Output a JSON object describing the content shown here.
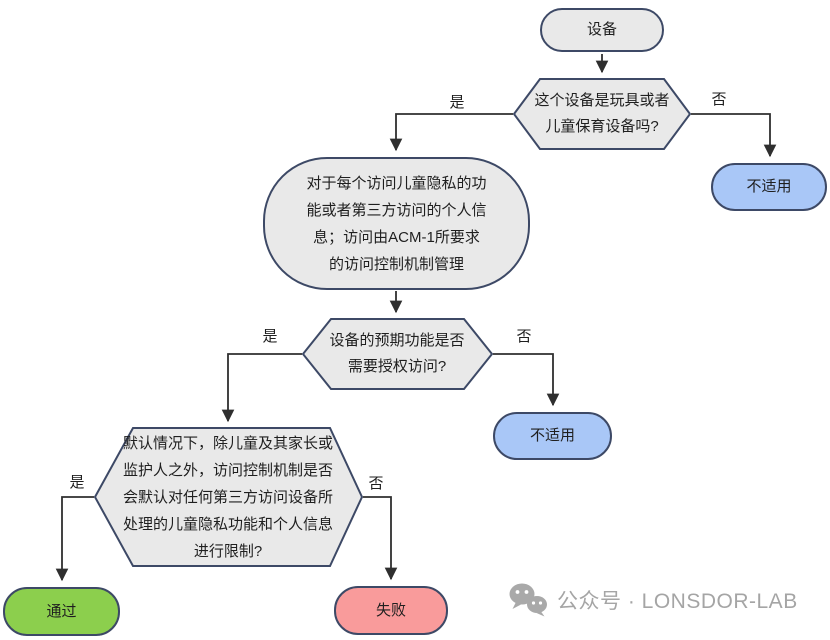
{
  "diagram": {
    "nodes": {
      "device": {
        "label": "设备"
      },
      "toy_question": {
        "label": "这个设备是玩具或者\n儿童保育设备吗?"
      },
      "acm_process": {
        "label": "对于每个访问儿童隐私的功\n能或者第三方访问的个人信\n息；访问由ACM-1所要求\n的访问控制机制管理"
      },
      "not_applicable_1": {
        "label": "不适用"
      },
      "auth_question": {
        "label": "设备的预期功能是否\n需要授权访问?"
      },
      "not_applicable_2": {
        "label": "不适用"
      },
      "restrict_question": {
        "label": "默认情况下，除儿童及其家长或\n监护人之外，访问控制机制是否\n会默认对任何第三方访问设备所\n处理的儿童隐私功能和个人信息\n进行限制?"
      },
      "pass": {
        "label": "通过"
      },
      "fail": {
        "label": "失败"
      }
    },
    "edge_labels": {
      "toy_yes": "是",
      "toy_no": "否",
      "auth_yes": "是",
      "auth_no": "否",
      "restrict_yes": "是",
      "restrict_no": "否"
    },
    "colors": {
      "shape_fill": "#e9e9e9",
      "shape_border": "#3d4966",
      "not_applicable_fill": "#a9c7f7",
      "pass_fill": "#8ccf4d",
      "fail_fill": "#f99b9b",
      "connector": "#2f2f2f",
      "text": "#1f1f1f",
      "watermark": "#a5a5a5"
    }
  },
  "watermark": {
    "icon": "wechat-icon",
    "text": "公众号 · LONSDOR-LAB"
  }
}
